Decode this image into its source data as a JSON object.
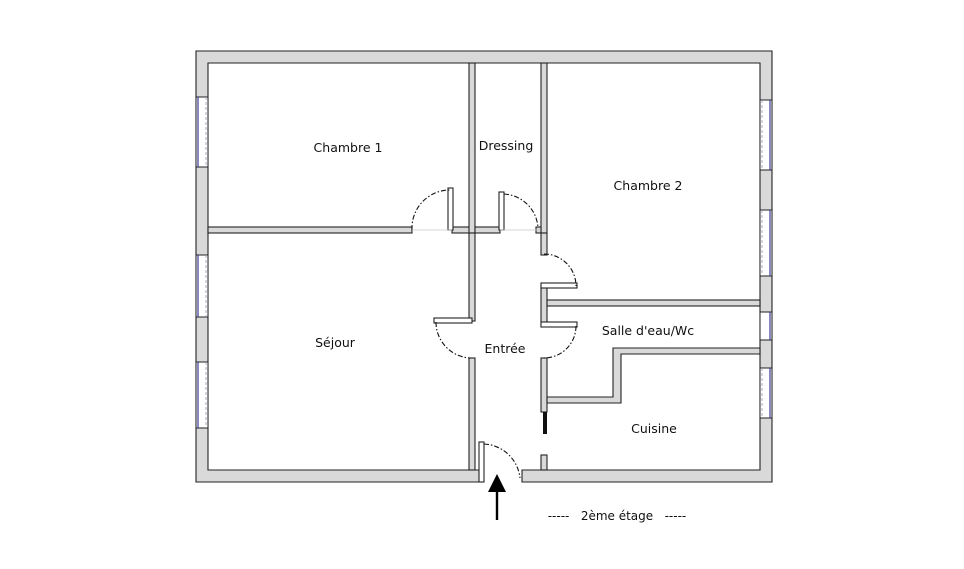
{
  "rooms": {
    "chambre1": "Chambre 1",
    "dressing": "Dressing",
    "chambre2": "Chambre 2",
    "sejour": "Séjour",
    "entree": "Entrée",
    "salle_eau": "Salle d'eau/Wc",
    "cuisine": "Cuisine"
  },
  "floor_label": "-----   2ème étage   -----",
  "colors": {
    "wall_fill": "#d9d9d9",
    "wall_stroke": "#222222",
    "window": "#3a3a9a",
    "arrow": "#000000"
  }
}
